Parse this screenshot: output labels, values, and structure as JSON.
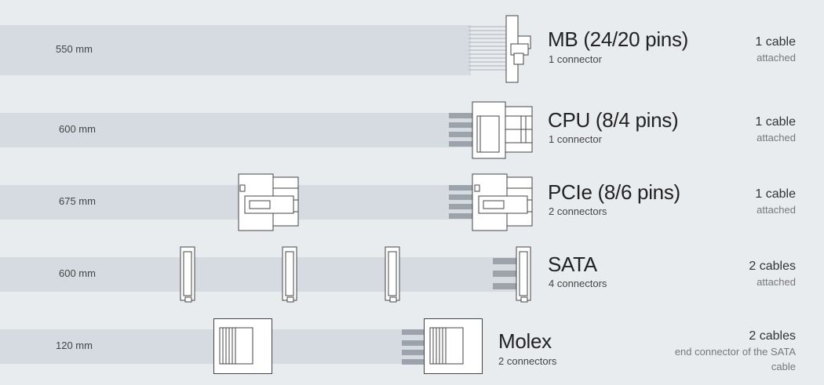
{
  "cables": [
    {
      "length": "550 mm",
      "title": "MB (24/20 pins)",
      "connectors": "1 connector",
      "count": "1 cable",
      "status": "attached"
    },
    {
      "length": "600 mm",
      "title": "CPU (8/4 pins)",
      "connectors": "1 connector",
      "count": "1 cable",
      "status": "attached"
    },
    {
      "length": "675 mm",
      "title": "PCIe (8/6 pins)",
      "connectors": "2 connectors",
      "count": "1 cable",
      "status": "attached"
    },
    {
      "length": "600 mm",
      "title": "SATA",
      "connectors": "4 connectors",
      "count": "2 cables",
      "status": "attached"
    },
    {
      "length": "120 mm",
      "title": "Molex",
      "connectors": "2 connectors",
      "count": "2 cables",
      "status": "end connector of the SATA cable"
    }
  ],
  "icons": {
    "mb": "atx-24pin-connector-icon",
    "cpu": "eps-8pin-connector-icon",
    "pcie": "pcie-8pin-connector-icon",
    "sata": "sata-power-connector-icon",
    "molex": "molex-connector-icon"
  },
  "colors": {
    "background": "#e9ecef",
    "cable_band": "#d6dbe1",
    "wire": "#9ca3ab",
    "outline": "#444444"
  }
}
